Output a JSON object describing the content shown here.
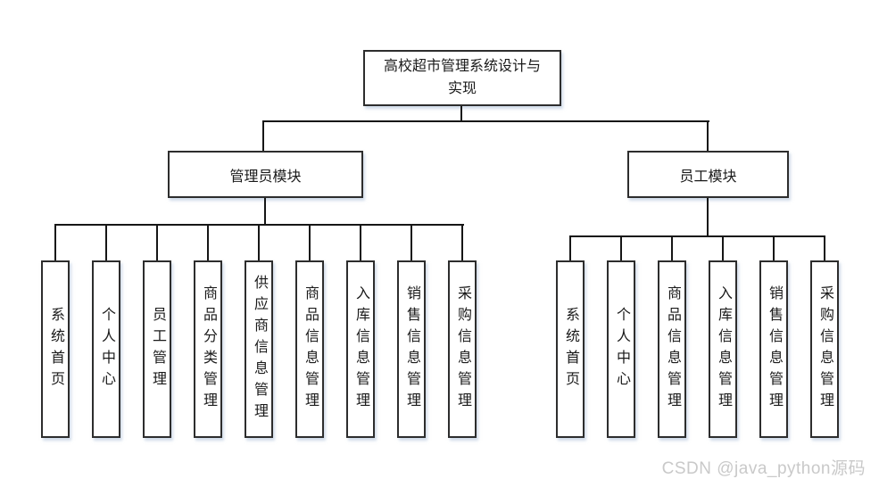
{
  "diagram": {
    "root": {
      "label": "高校超市管理系统设计与实现",
      "lines": [
        "高校超市管理系统设计与",
        "实现"
      ]
    },
    "branches": [
      {
        "label": "管理员模块",
        "children": [
          "系统首页",
          "个人中心",
          "员工管理",
          "商品分类管理",
          "供应商信息管理",
          "商品信息管理",
          "入库信息管理",
          "销售信息管理",
          "采购信息管理"
        ]
      },
      {
        "label": "员工模块",
        "children": [
          "系统首页",
          "个人中心",
          "商品信息管理",
          "入库信息管理",
          "销售信息管理",
          "采购信息管理"
        ]
      }
    ]
  },
  "watermark": "CSDN @java_python源码",
  "colors": {
    "background": "#ffffff",
    "line": "#161616",
    "box_border": "#2d2d2d",
    "box_fill": "#ffffff",
    "shadow": "#aabed7",
    "watermark_text": "#c9c9c9"
  }
}
